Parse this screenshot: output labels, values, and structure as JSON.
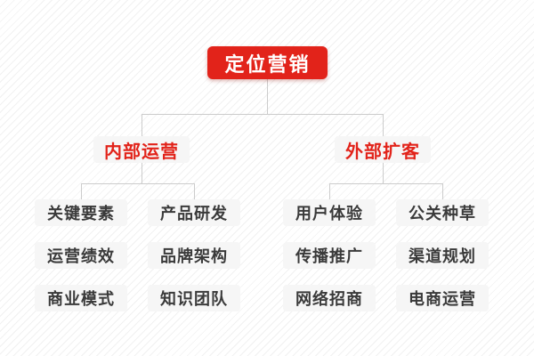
{
  "colors": {
    "accent_red": "#e2231a",
    "root_text": "#ffffff",
    "leaf_text": "#3a3a3a",
    "node_bg": "#f6f6f6",
    "connector": "#cccccc",
    "stripe": "#f1f1f1"
  },
  "root": {
    "label": "定位营销"
  },
  "branches": [
    {
      "label": "内部运营",
      "children": [
        "关键要素",
        "产品研发",
        "运营绩效",
        "品牌架构",
        "商业模式",
        "知识团队"
      ]
    },
    {
      "label": "外部扩客",
      "children": [
        "用户体验",
        "公关种草",
        "传播推广",
        "渠道规划",
        "网络招商",
        "电商运营"
      ]
    }
  ]
}
